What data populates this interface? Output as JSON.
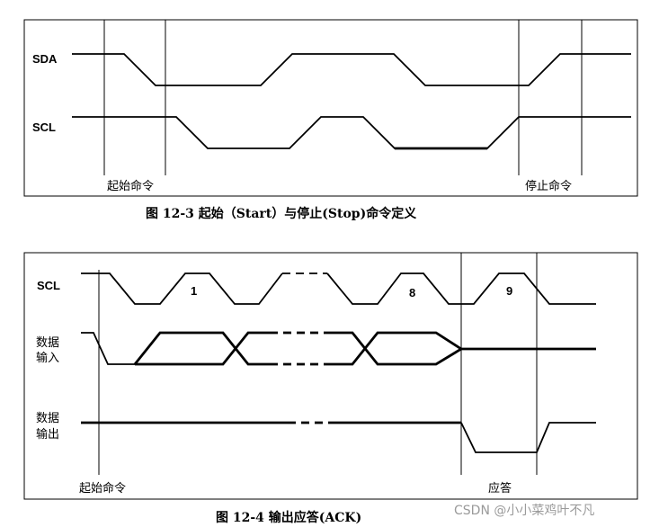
{
  "figure1": {
    "signal_sda": "SDA",
    "signal_scl": "SCL",
    "start_label": "起始命令",
    "stop_label": "停止命令",
    "caption": "图  12-3  起始（Start）与停止(Stop)命令定义"
  },
  "figure2": {
    "signal_scl": "SCL",
    "data_in_line1": "数据",
    "data_in_line2": "输入",
    "data_out_line1": "数据",
    "data_out_line2": "输出",
    "clock_1": "1",
    "clock_8": "8",
    "clock_9": "9",
    "start_label": "起始命令",
    "ack_label": "应答",
    "caption": "图  12-4  输出应答(ACK)"
  },
  "watermark": "CSDN @小小菜鸡叶不凡"
}
